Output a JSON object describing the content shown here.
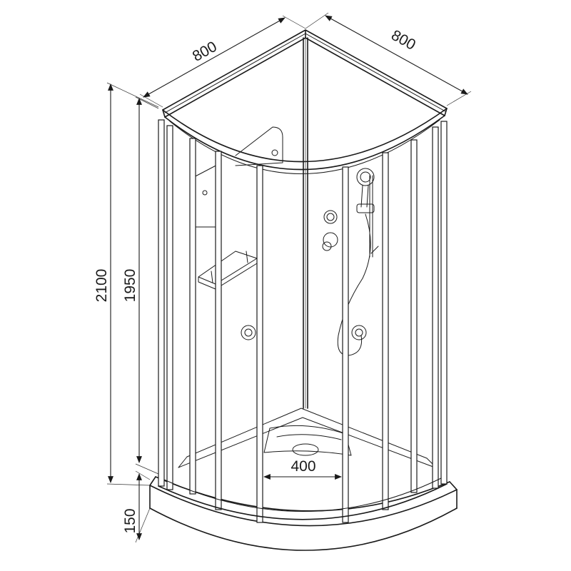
{
  "dimensions": {
    "width_left": "800",
    "width_right": "800",
    "height_total": "2100",
    "height_cabin": "1950",
    "height_tray": "150",
    "door_opening": "400"
  }
}
